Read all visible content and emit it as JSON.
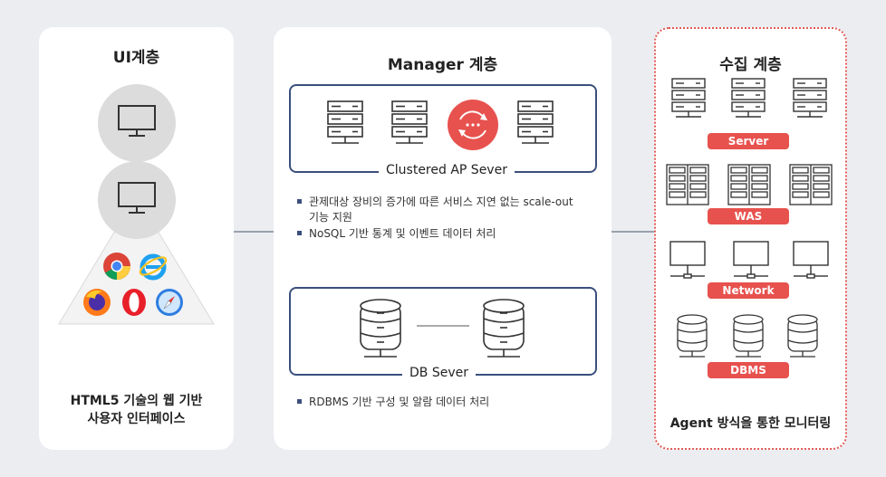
{
  "ui_layer": {
    "title": "UI계층",
    "caption_line1": "HTML5 기술의 웹 기반",
    "caption_line2": "사용자 인터페이스"
  },
  "manager_layer": {
    "title": "Manager 계층",
    "ap_caption": "Clustered AP Sever",
    "ap_bullets": [
      {
        "line1": "관제대상 장비의 증가에 따른 서비스 지연 없는 scale-out",
        "line2": "기능 지원"
      },
      {
        "line1": "NoSQL 기반 통계 및 이벤트 데이터 처리"
      }
    ],
    "db_caption": "DB Sever",
    "db_bullets": [
      "RDBMS 기반 구성 및 알람 데이터 처리"
    ]
  },
  "collect_layer": {
    "title": "수집 계층",
    "pills": [
      "Server",
      "WAS",
      "Network",
      "DBMS"
    ],
    "footer": "Agent 방식을 통한 모니터링"
  },
  "colors": {
    "navy": "#3a4f7c",
    "accent_red": "#e7524e",
    "dotted_border": "#e05a55"
  }
}
